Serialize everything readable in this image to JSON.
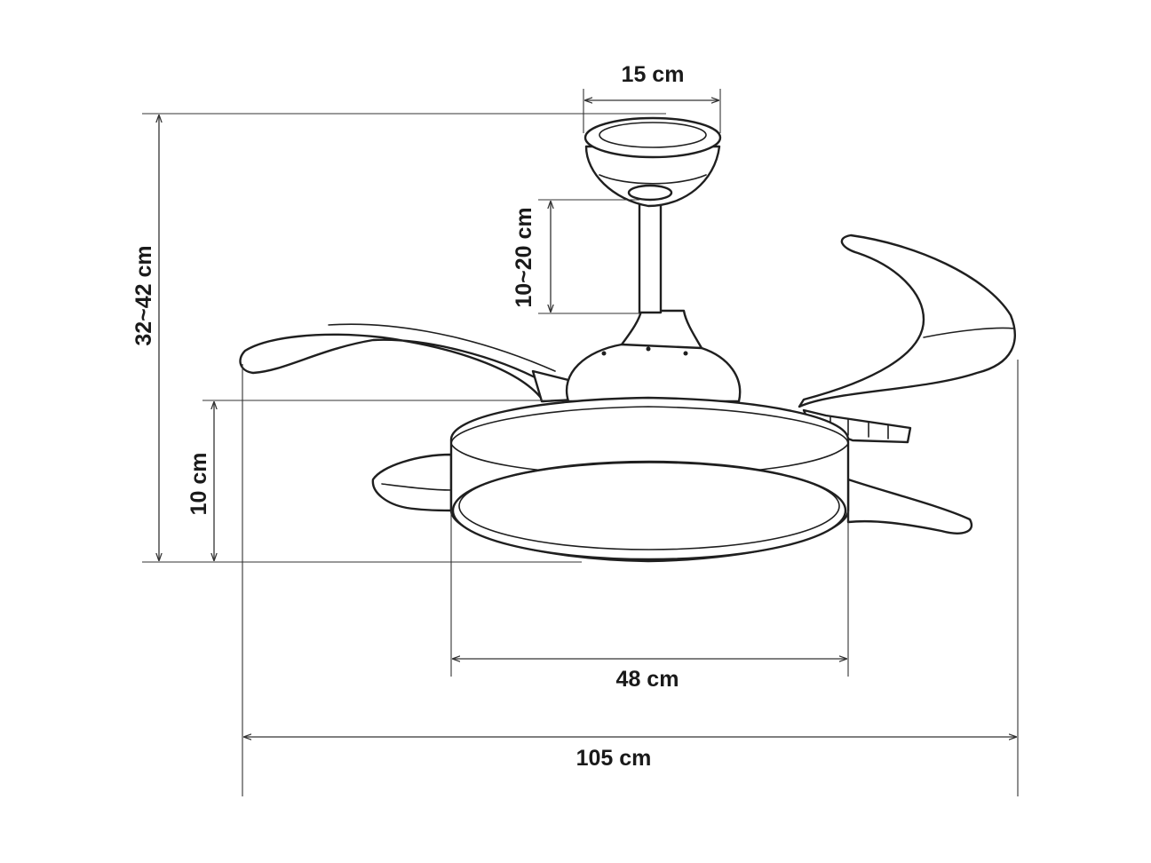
{
  "dimensions": {
    "canopy_width": "15 cm",
    "downrod_length": "10~20 cm",
    "total_height": "32~42 cm",
    "body_height": "10 cm",
    "light_diameter": "48 cm",
    "blade_span": "105 cm"
  },
  "colors": {
    "line": "#1f1f1f",
    "background": "#ffffff"
  }
}
